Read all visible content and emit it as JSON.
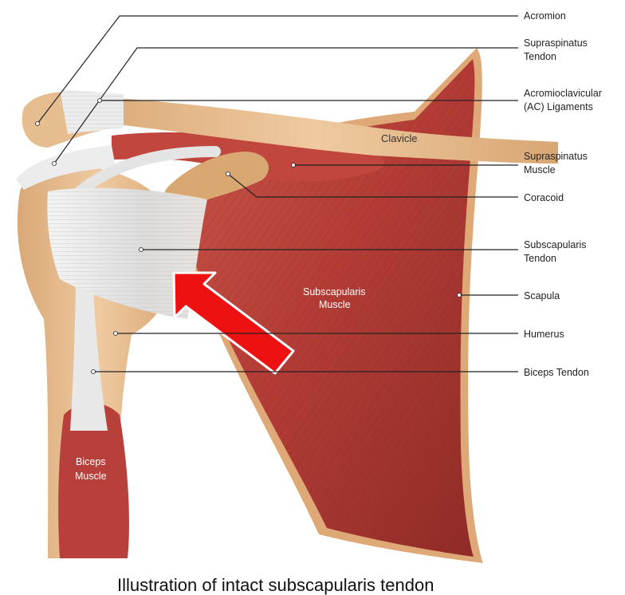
{
  "labels": {
    "acromion": "Acromion",
    "supraspinatus_tendon": [
      "Supraspinatus",
      "Tendon"
    ],
    "ac_ligaments": [
      "Acromioclavicular",
      "(AC) Ligaments"
    ],
    "supraspinatus_muscle": [
      "Supraspinatus",
      "Muscle"
    ],
    "coracoid": "Coracoid",
    "subscapularis_tendon": [
      "Subscapularis",
      "Tendon"
    ],
    "scapula": "Scapula",
    "humerus": "Humerus",
    "biceps_tendon": "Biceps Tendon"
  },
  "inline_labels": {
    "clavicle": "Clavicle",
    "subscapularis_muscle": [
      "Subscapularis",
      "Muscle"
    ],
    "biceps_muscle": [
      "Biceps",
      "Muscle"
    ]
  },
  "caption": "Illustration of intact subscapularis tendon",
  "colors": {
    "muscle": "#b8413a",
    "bone": "#e3b98a",
    "tendon": "#e9e9ea",
    "arrow": "#ee1111"
  }
}
